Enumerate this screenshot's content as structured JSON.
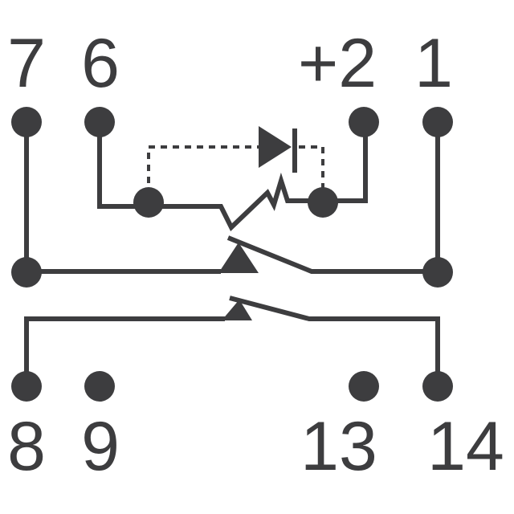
{
  "pins": {
    "top": [
      "7",
      "6",
      "+2",
      "1"
    ],
    "bottom": [
      "8",
      "9",
      "13",
      "14"
    ]
  },
  "colors": {
    "ink": "#3d3d3f",
    "background": "#ffffff"
  }
}
